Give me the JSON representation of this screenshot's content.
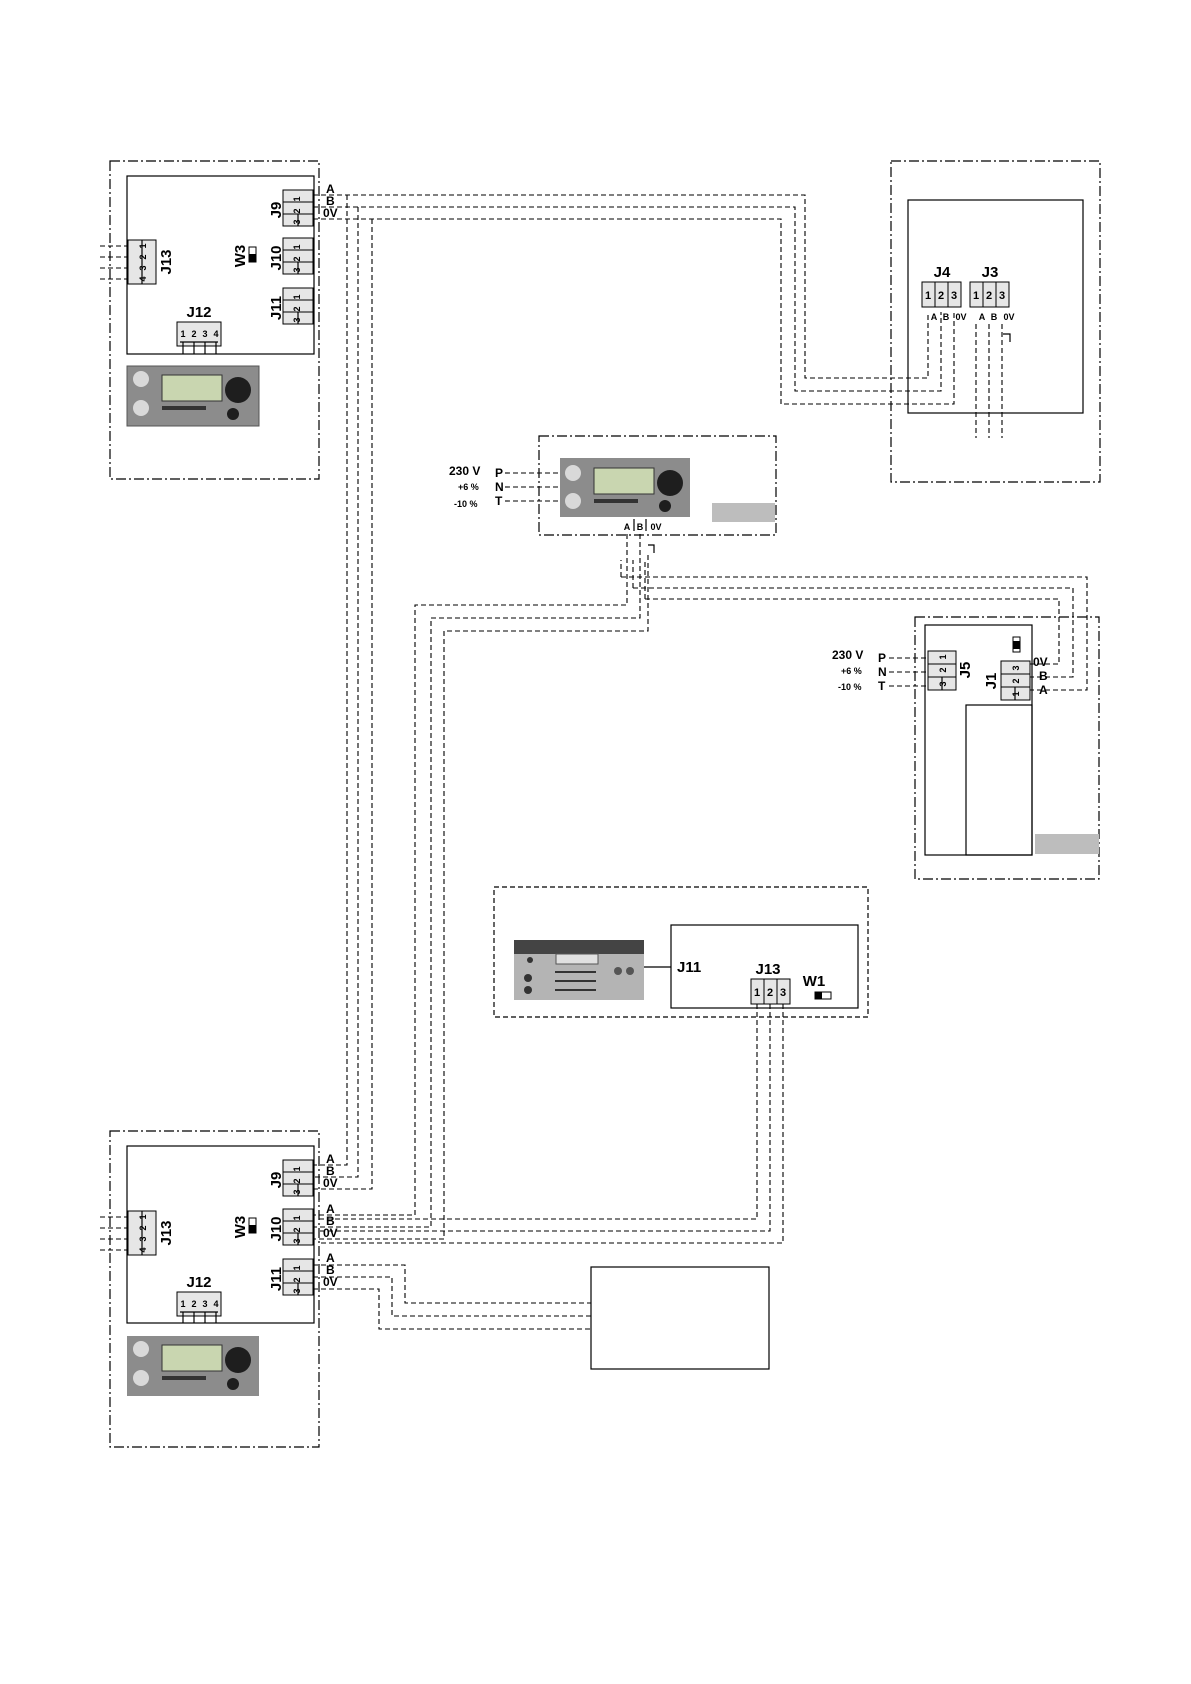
{
  "units": {
    "top_left": {
      "connectors": {
        "j9": "J9",
        "j10": "J10",
        "j11": "J11",
        "j12": "J12",
        "j13": "J13",
        "w3": "W3"
      },
      "pins_321": [
        "3",
        "2",
        "1"
      ],
      "j12_pins": [
        "1",
        "2",
        "3",
        "4"
      ],
      "j13_pins": [
        "4",
        "3",
        "2",
        "1"
      ],
      "signals": [
        "A",
        "B",
        "0V"
      ]
    },
    "top_right": {
      "connectors": {
        "j4": "J4",
        "j3": "J3"
      },
      "pins": [
        "1",
        "2",
        "3"
      ],
      "signals": [
        "A",
        "B",
        "0V"
      ]
    },
    "middle_control": {
      "supply_voltage": "230 V",
      "tolerance_plus": "+6 %",
      "tolerance_minus": "-10 %",
      "supply_terminals": [
        "P",
        "N",
        "T"
      ],
      "signals": [
        "A",
        "B",
        "0V"
      ]
    },
    "right_unit": {
      "supply_voltage": "230 V",
      "tolerance_plus": "+6 %",
      "tolerance_minus": "-10 %",
      "supply_terminals": [
        "P",
        "N",
        "T"
      ],
      "connectors": {
        "j5": "J5",
        "j1": "J1"
      },
      "pins_321": [
        "3",
        "2",
        "1"
      ],
      "pins_123": [
        "1",
        "2",
        "3"
      ],
      "signals": [
        "0V",
        "B",
        "A"
      ]
    },
    "lower_middle": {
      "connectors": {
        "j11": "J11",
        "j13": "J13",
        "w1": "W1"
      },
      "pins": [
        "1",
        "2",
        "3"
      ]
    },
    "bottom_left": {
      "connectors": {
        "j9": "J9",
        "j10": "J10",
        "j11": "J11",
        "j12": "J12",
        "j13": "J13",
        "w3": "W3"
      },
      "pins_321": [
        "3",
        "2",
        "1"
      ],
      "j12_pins": [
        "1",
        "2",
        "3",
        "4"
      ],
      "j13_pins": [
        "4",
        "3",
        "2",
        "1"
      ],
      "signals": [
        "A",
        "B",
        "0V"
      ]
    }
  },
  "icons": [
    "control-panel-photo",
    "dip-switch-icon"
  ]
}
